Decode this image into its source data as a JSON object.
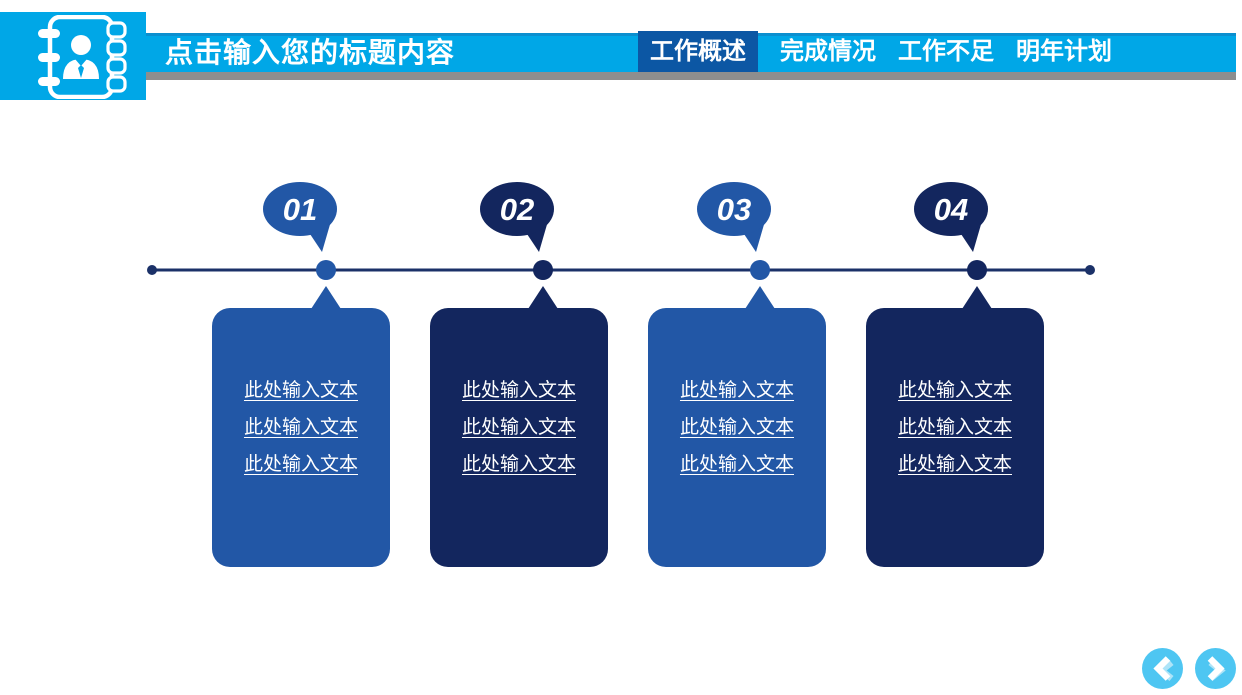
{
  "header": {
    "title": "点击输入您的标题内容",
    "tabs": [
      {
        "label": "工作概述",
        "active": true
      },
      {
        "label": "完成情况",
        "active": false
      },
      {
        "label": "工作不足",
        "active": false
      },
      {
        "label": "明年计划",
        "active": false
      }
    ]
  },
  "timeline": {
    "items": [
      {
        "number": "01",
        "color": "#2257A6",
        "lines": [
          "此处输入文本",
          "此处输入文本",
          "此处输入文本"
        ]
      },
      {
        "number": "02",
        "color": "#13265E",
        "lines": [
          "此处输入文本",
          "此处输入文本",
          "此处输入文本"
        ]
      },
      {
        "number": "03",
        "color": "#2257A6",
        "lines": [
          "此处输入文本",
          "此处输入文本",
          "此处输入文本"
        ]
      },
      {
        "number": "04",
        "color": "#13265E",
        "lines": [
          "此处输入文本",
          "此处输入文本",
          "此处输入文本"
        ]
      }
    ]
  },
  "colors": {
    "accent_cyan": "#00A7E7",
    "accent_cyan_dark": "#0B8FCF",
    "nav_button_cyan": "#4EC6F2",
    "active_tab_blue": "#0C57A4",
    "medium_blue": "#2257A6",
    "dark_navy": "#13265E",
    "timeline_line": "#1B3168",
    "shadow_gray": "#8E8E8E"
  },
  "icons": {
    "logo": "contact-book-icon",
    "prev": "chevron-left-icon",
    "next": "chevron-right-icon"
  }
}
